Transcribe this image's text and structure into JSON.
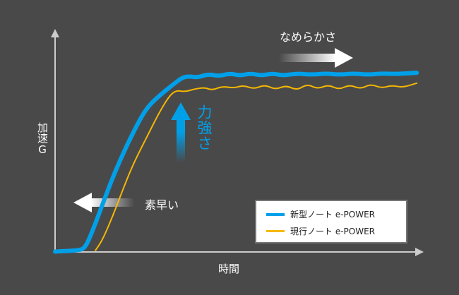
{
  "chart_data": {
    "type": "line",
    "xlabel": "時間",
    "ylabel": "加速G",
    "xlim": [
      0,
      100
    ],
    "ylim": [
      0,
      100
    ],
    "grid": false,
    "legend_position": "bottom-right",
    "series": [
      {
        "name": "新型ノート e-POWER",
        "color": "#00a0e9",
        "x": [
          1.3,
          6.1,
          8.1,
          10,
          12.9,
          15.8,
          19.6,
          23.5,
          25.8,
          29.2,
          32.1,
          34.6,
          36.5,
          38.8,
          41.7,
          44.6,
          47.5,
          50.4,
          53.3,
          56.2,
          59.2,
          62.1,
          65.9,
          69.8,
          73.7,
          77.5,
          81.3,
          85.2,
          89,
          92.8,
          98.5
        ],
        "y": [
          0.3,
          0.7,
          1.6,
          8.8,
          21.8,
          34.9,
          49.5,
          62.5,
          68.1,
          73.3,
          77.2,
          80.5,
          81.1,
          80.5,
          82.1,
          81.1,
          82.4,
          81.4,
          82.4,
          81.4,
          82.4,
          81.4,
          82.4,
          81.8,
          82.4,
          81.8,
          82.4,
          81.8,
          82.4,
          82.1,
          82.7
        ]
      },
      {
        "name": "現行ノート e-POWER",
        "color": "#f5b800",
        "x": [
          11,
          12.9,
          15.8,
          18.7,
          21.5,
          25.4,
          28.3,
          31.2,
          33.1,
          35.4,
          37.9,
          40.8,
          42.7,
          45.6,
          48.5,
          51.3,
          54.2,
          57.1,
          60,
          62.9,
          65.8,
          68.7,
          71.5,
          74.4,
          77.3,
          80.2,
          83.1,
          86,
          88.8,
          91.7,
          94.6,
          98.5
        ],
        "y": [
          0.7,
          5.5,
          16.9,
          29.9,
          41.4,
          54.4,
          64.2,
          72.3,
          74.6,
          73.9,
          75.2,
          75.9,
          74.6,
          76.5,
          75.6,
          76.9,
          75.2,
          77.2,
          74.9,
          76.9,
          74.6,
          77.5,
          75.2,
          77.2,
          74.9,
          77.2,
          75.2,
          77.5,
          75.6,
          76.9,
          75.9,
          77.9
        ]
      }
    ],
    "annotations": {
      "smoothness": "なめらかさ",
      "power": "力強さ",
      "quickness": "素早い"
    }
  },
  "colors": {
    "axis": "#cccccc",
    "power_text": "#00a0e9"
  }
}
